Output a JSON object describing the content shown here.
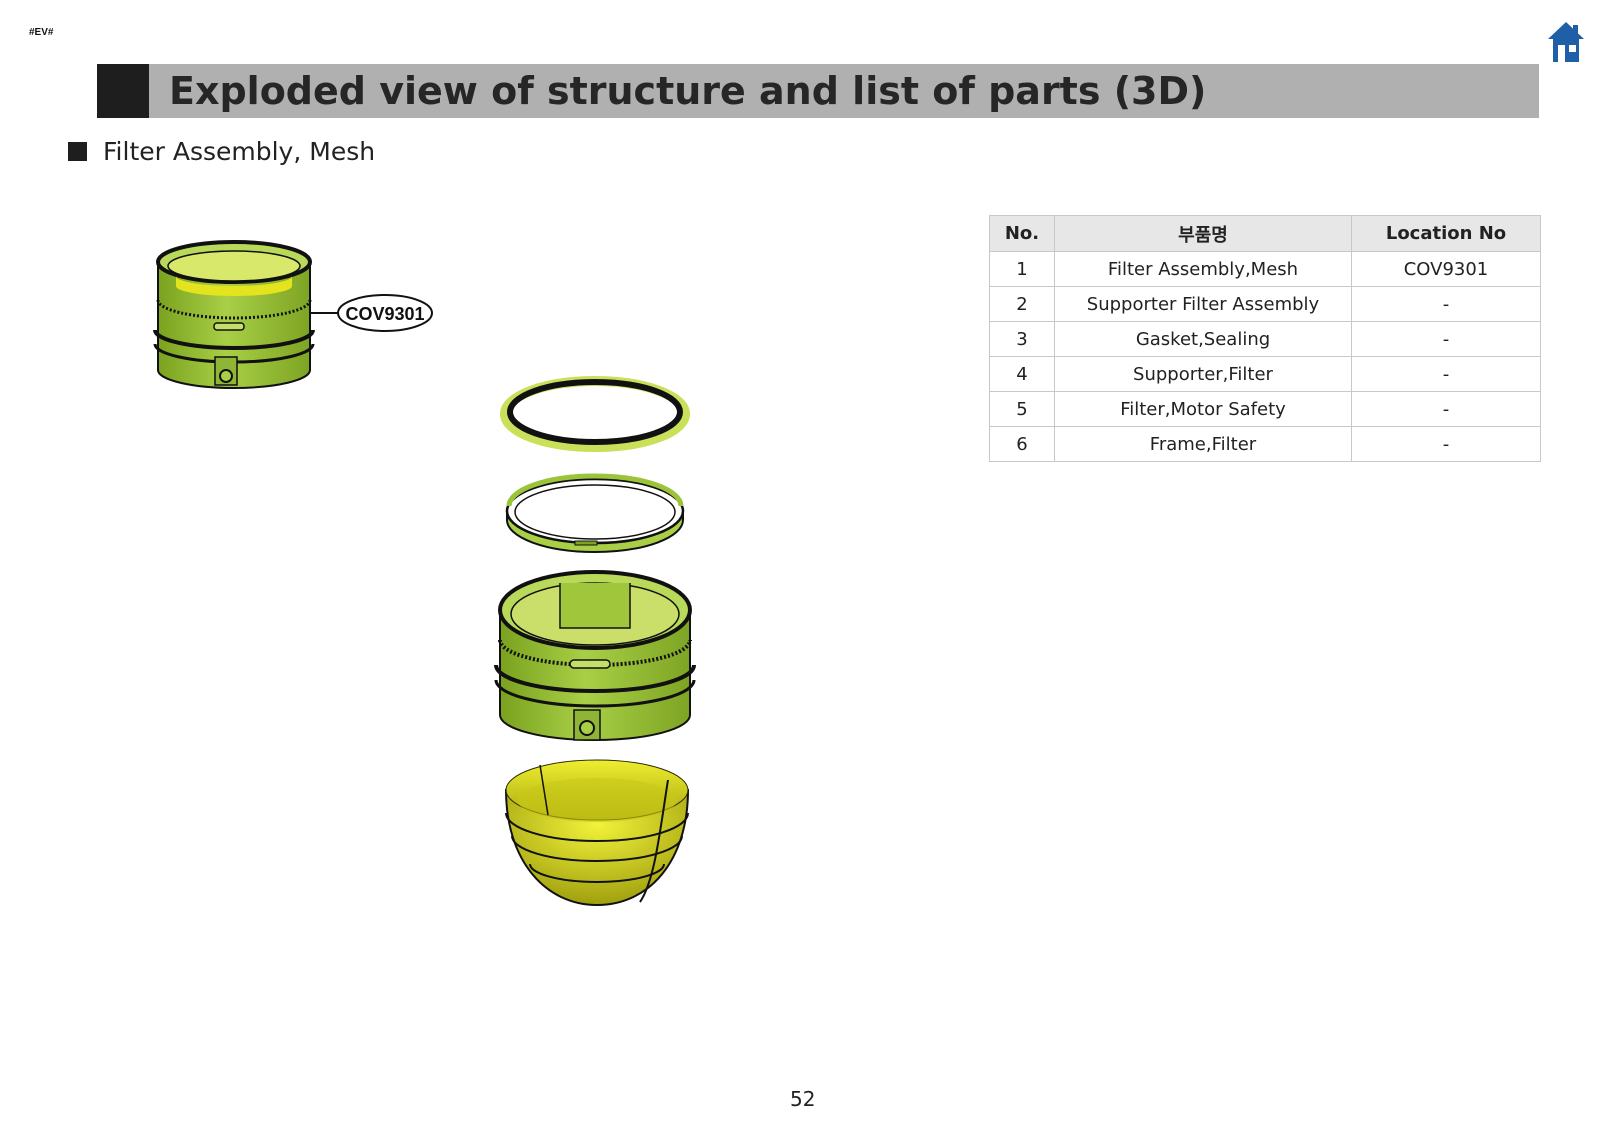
{
  "corner_tag": "#EV#",
  "title": "Exploded view of structure and list of parts (3D)",
  "section_heading": "Filter Assembly, Mesh",
  "callout_label": "COV9301",
  "table": {
    "headers": [
      "No.",
      "부품명",
      "Location No"
    ],
    "rows": [
      {
        "no": "1",
        "name": "Filter Assembly,Mesh",
        "location": "COV9301"
      },
      {
        "no": "2",
        "name": "Supporter Filter Assembly",
        "location": "-"
      },
      {
        "no": "3",
        "name": "Gasket,Sealing",
        "location": "-"
      },
      {
        "no": "4",
        "name": "Supporter,Filter",
        "location": "-"
      },
      {
        "no": "5",
        "name": "Filter,Motor Safety",
        "location": "-"
      },
      {
        "no": "6",
        "name": "Frame,Filter",
        "location": "-"
      }
    ]
  },
  "page_number": "52",
  "icons": {
    "home": "home-icon"
  },
  "colors": {
    "part_green": "#9bc43a",
    "part_yellow": "#d6d620",
    "home_blue": "#1f5fa8",
    "title_bar": "#b0b0b0"
  }
}
